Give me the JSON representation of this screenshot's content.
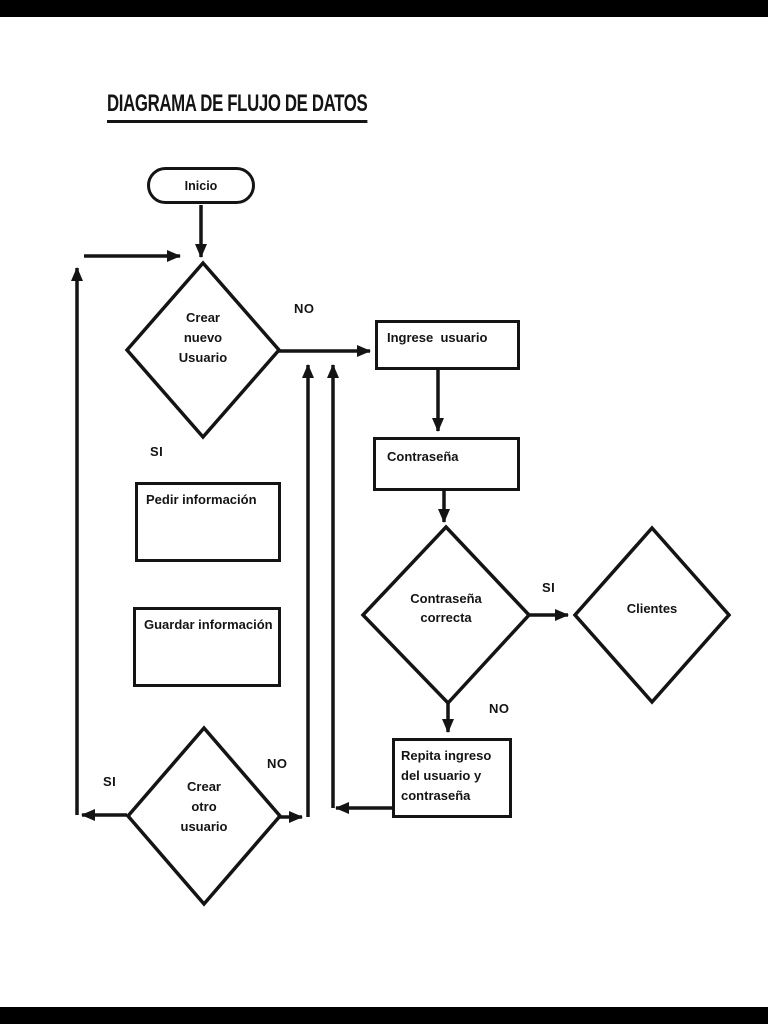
{
  "page": {
    "title": "DIAGRAMA DE FLUJO DE DATOS"
  },
  "colors": {
    "ink": "#141414",
    "paper": "#ffffff",
    "letterbox": "#000000"
  },
  "flowchart": {
    "nodes": {
      "inicio": {
        "type": "terminator",
        "label": "Inicio"
      },
      "crear_nuevo_usuario": {
        "type": "decision",
        "lines": [
          "Crear",
          "nuevo",
          "Usuario"
        ]
      },
      "ingrese_usuario": {
        "type": "process",
        "label": "Ingrese  usuario"
      },
      "contrasena": {
        "type": "process",
        "label": "Contraseña"
      },
      "contrasena_correcta": {
        "type": "decision",
        "lines": [
          "Contraseña",
          "correcta"
        ]
      },
      "clientes": {
        "type": "decision",
        "label": "Clientes"
      },
      "repita_ingreso": {
        "type": "process",
        "lines": [
          "Repita ingreso",
          "del usuario y",
          "contraseña"
        ]
      },
      "pedir_informacion": {
        "type": "process",
        "label": "Pedir información"
      },
      "guardar_informacion": {
        "type": "process",
        "label": "Guardar información"
      },
      "crear_otro_usuario": {
        "type": "decision",
        "lines": [
          "Crear",
          "otro",
          "usuario"
        ]
      }
    },
    "edge_labels": {
      "crear_nuevo_no": "NO",
      "crear_nuevo_si": "SI",
      "contrasena_correcta_si": "SI",
      "contrasena_correcta_no": "NO",
      "crear_otro_si": "SI",
      "crear_otro_no": "NO"
    }
  }
}
